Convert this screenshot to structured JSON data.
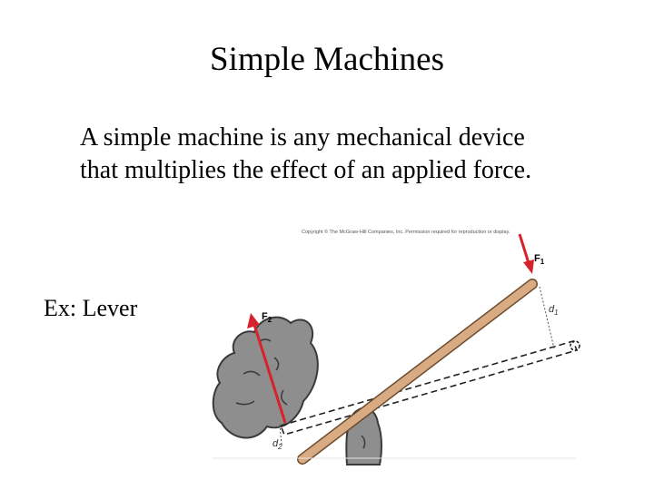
{
  "slide": {
    "title": "Simple Machines",
    "body_lines": [
      "A simple machine is any mechanical device",
      "that multiplies the effect of an applied force."
    ],
    "example": "Ex: Lever"
  },
  "figure": {
    "copyright": "Copyright © The McGraw-Hill Companies, Inc. Permission required for reproduction or display.",
    "labels": {
      "f1": "F",
      "f1_sub": "1",
      "f2": "F",
      "f2_sub": "2",
      "d1": "d",
      "d1_sub": "1",
      "d2": "d",
      "d2_sub": "2"
    },
    "colors": {
      "lever": "#d9ab82",
      "lever_outline": "#6b4a2e",
      "rock": "#8e8e8e",
      "rock_outline": "#3a3a3a",
      "force_arrow": "#d8222b"
    }
  }
}
